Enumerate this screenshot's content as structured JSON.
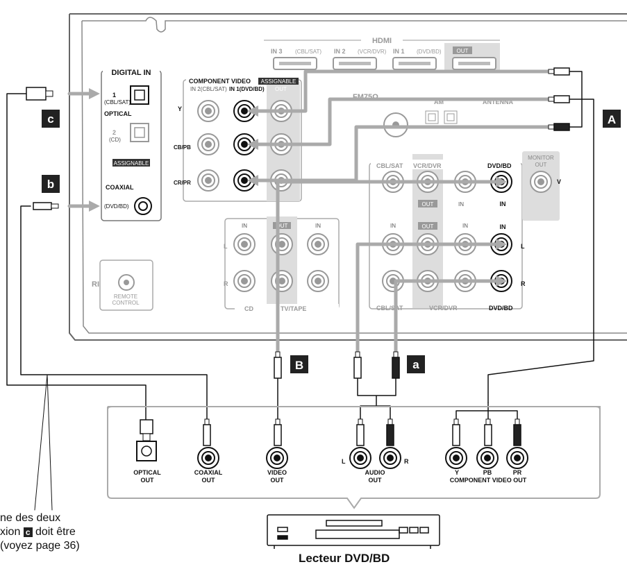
{
  "receiver": {
    "hdmi": {
      "title": "HDMI",
      "in3": "IN 3",
      "in3_sub": "(CBL/SAT)",
      "in2": "IN 2",
      "in2_sub": "(VCR/DVR)",
      "in1": "IN 1",
      "in1_sub": "(DVD/BD)",
      "out": "OUT"
    },
    "antenna": {
      "fm": "FM75Ω",
      "am": "AM",
      "title": "ANTENNA"
    },
    "digital_in": {
      "title": "DIGITAL IN",
      "in1_num": "1",
      "in1_sub": "(CBL/SAT)",
      "optical": "OPTICAL",
      "in2_num": "2",
      "in2_sub": "(CD)",
      "assignable": "ASSIGNABLE",
      "coaxial": "COAXIAL",
      "coax_sub": "(DVD/BD)"
    },
    "component": {
      "title": "COMPONENT VIDEO",
      "assignable": "ASSIGNABLE",
      "in2": "IN 2(CBL/SAT)",
      "in1": "IN 1(DVD/BD)",
      "out": "OUT",
      "y": "Y",
      "cb": "CB/PB",
      "cr": "CR/PR"
    },
    "video": {
      "cbl": "CBL/SAT",
      "vcr": "VCR/DVR",
      "dvd": "DVD/BD",
      "monitor": "MONITOR",
      "monitor_out": "OUT",
      "v": "V",
      "out": "OUT",
      "in": "IN",
      "in_dvd": "IN"
    },
    "audio": {
      "in": "IN",
      "out": "OUT",
      "in_right": "IN",
      "in_dvd": "IN",
      "l": "L",
      "r": "R",
      "cd": "CD",
      "tvtape": "TV/TAPE",
      "cbl": "CBL/SAT",
      "vcr": "VCR/DVR",
      "dvd": "DVD/BD",
      "col_in": "IN",
      "col_out": "OUT",
      "col_in2": "IN"
    },
    "remote": {
      "ri": "RI",
      "line1": "REMOTE",
      "line2": "CONTROL"
    }
  },
  "badges": {
    "A": "A",
    "B": "B",
    "a": "a",
    "b": "b",
    "c": "c"
  },
  "player": {
    "optical": "OPTICAL",
    "optical2": "OUT",
    "coaxial": "COAXIAL",
    "coaxial2": "OUT",
    "video": "VIDEO",
    "video2": "OUT",
    "audio": "AUDIO",
    "audio2": "OUT",
    "l": "L",
    "r": "R",
    "y": "Y",
    "pb": "PB",
    "pr": "PR",
    "component": "COMPONENT VIDEO OUT",
    "name": "Lecteur DVD/BD"
  },
  "footnote": {
    "line1": "ne des deux",
    "line2a": "xion",
    "badge": "c",
    "line2b": "doit être",
    "line3": "(voyez page 36)"
  }
}
